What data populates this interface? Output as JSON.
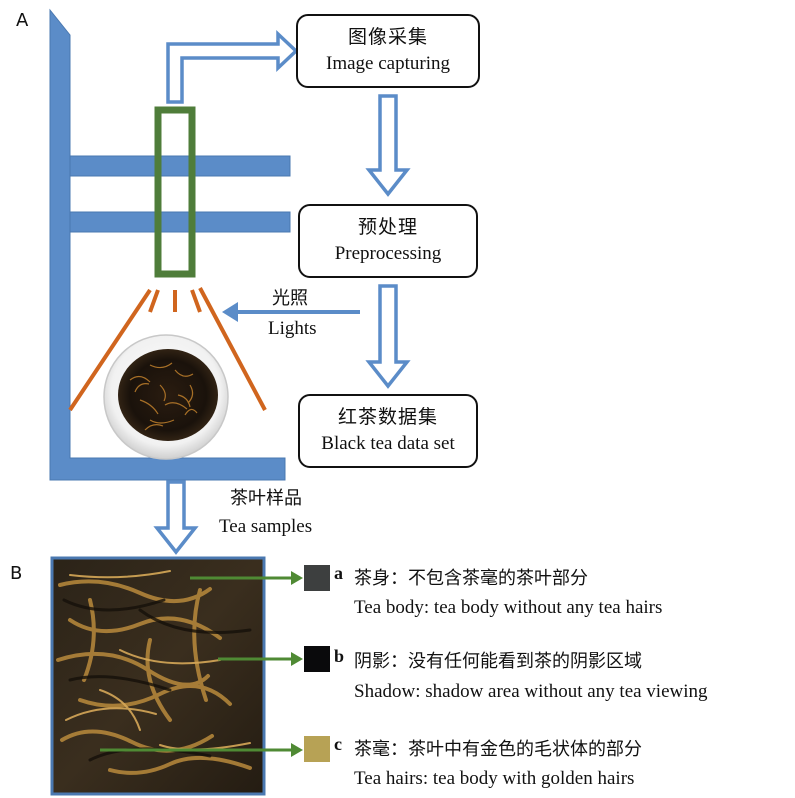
{
  "panels": {
    "a": "A",
    "b": "B"
  },
  "boxes": {
    "capture": {
      "zh": "图像采集",
      "en": "Image capturing"
    },
    "preprocess": {
      "zh": "预处理",
      "en": "Preprocessing"
    },
    "dataset": {
      "zh": "红茶数据集",
      "en": "Black tea data set"
    }
  },
  "lights": {
    "zh": "光照",
    "en": "Lights"
  },
  "samples": {
    "zh": "茶叶样品",
    "en": "Tea samples"
  },
  "legend": [
    {
      "letter": "a",
      "zh": "茶身：不包含茶毫的茶叶部分",
      "en": "Tea body: tea body without any tea hairs",
      "color": "#3d3f3f"
    },
    {
      "letter": "b",
      "zh": "阴影：没有任何能看到茶的阴影区域",
      "en": "Shadow: shadow area without any tea viewing",
      "color": "#0a0a0c"
    },
    {
      "letter": "c",
      "zh": "茶毫：茶叶中有金色的毛状体的部分",
      "en": "Tea hairs: tea body with golden hairs",
      "color": "#b7a255"
    }
  ],
  "colors": {
    "frame": "#5b8cc8",
    "camera": "#4f7d3a",
    "lightRay": "#d0651e",
    "flow": "#5b8cc8",
    "pointer": "#4f8a34"
  }
}
